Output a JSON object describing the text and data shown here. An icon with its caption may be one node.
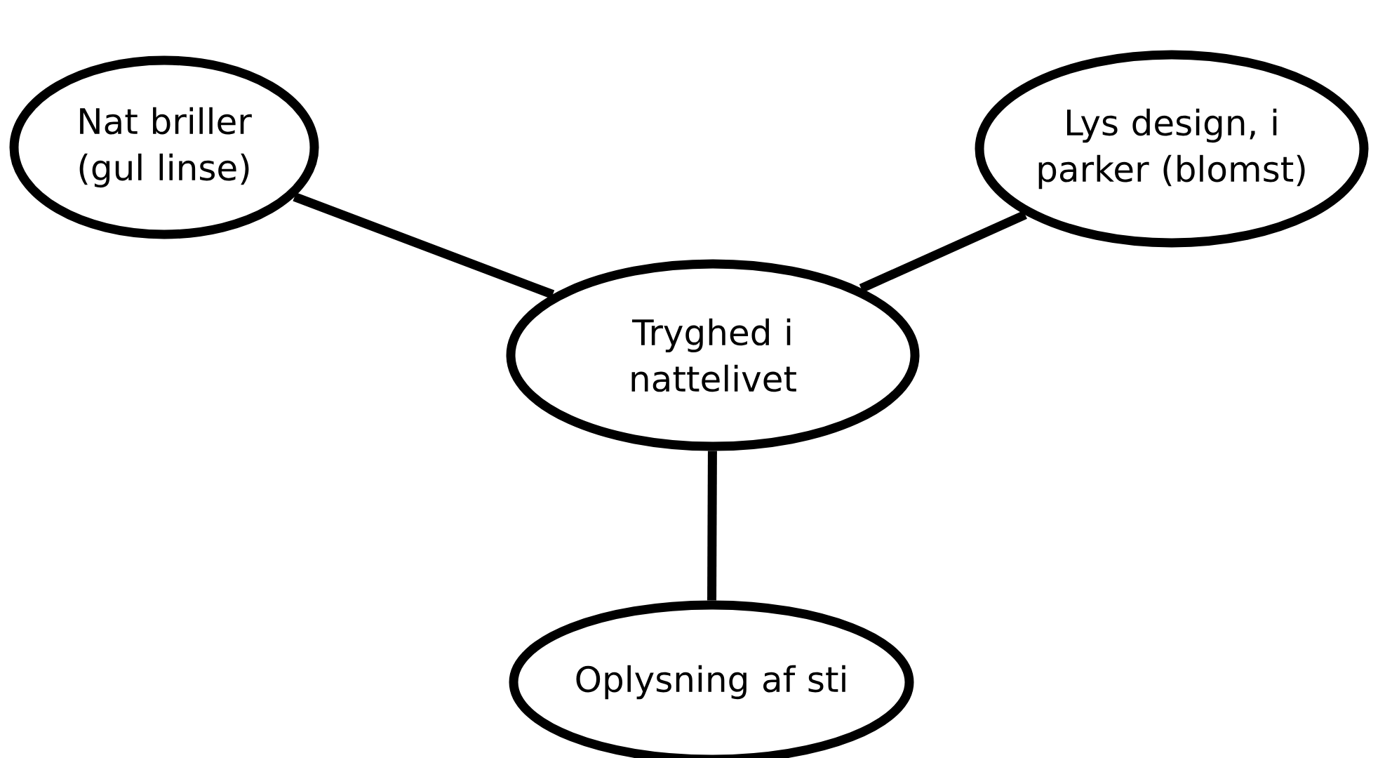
{
  "diagram": {
    "nodes": [
      {
        "text": [
          "Nat briller (gul linse)"
        ]
      },
      {
        "text": [
          "Lys design, i parker (blomst)"
        ]
      },
      {
        "text": [
          "Tryghed i nattelivet"
        ]
      },
      {
        "text": [
          "Oplysning af sti"
        ]
      }
    ],
    "edges": [
      {
        "from": 2,
        "to": 0,
        "arrow": "none"
      },
      {
        "from": 2,
        "to": 1,
        "arrow": "none"
      },
      {
        "from": 2,
        "to": 3,
        "arrow": "none"
      }
    ]
  }
}
